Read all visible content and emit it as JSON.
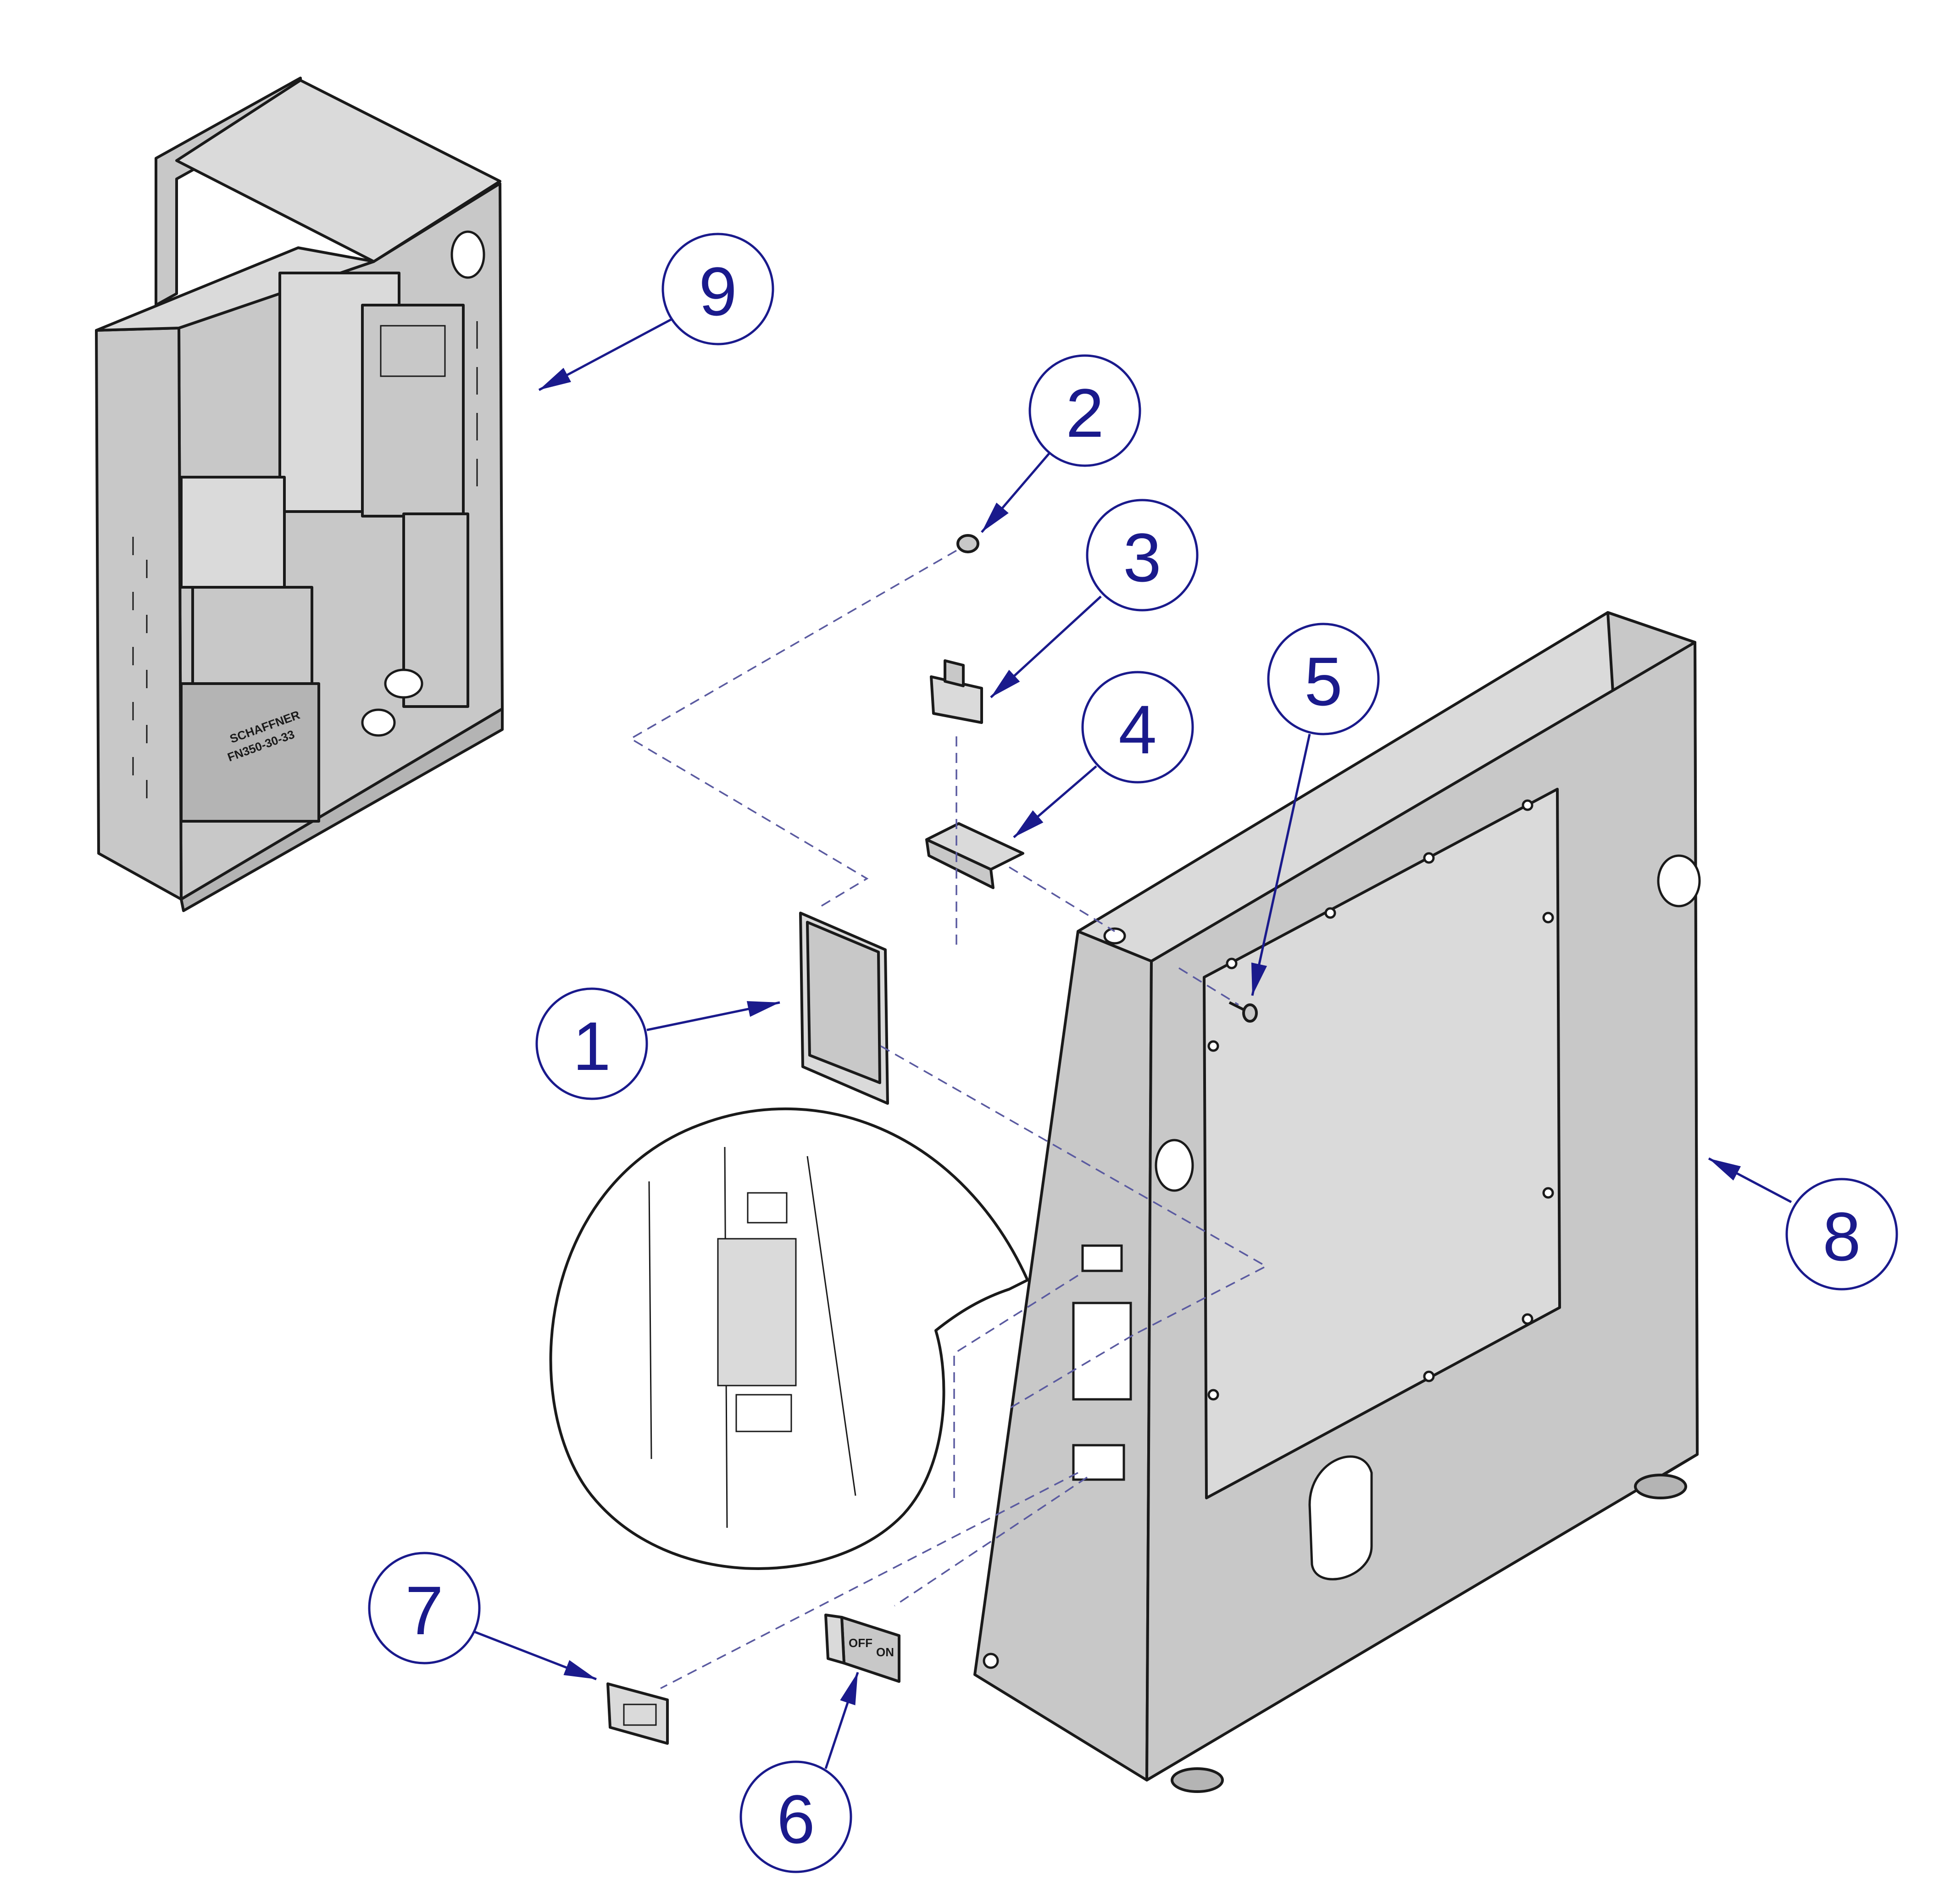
{
  "callouts": [
    {
      "id": "1",
      "label": "1"
    },
    {
      "id": "2",
      "label": "2"
    },
    {
      "id": "3",
      "label": "3"
    },
    {
      "id": "4",
      "label": "4"
    },
    {
      "id": "5",
      "label": "5"
    },
    {
      "id": "6",
      "label": "6"
    },
    {
      "id": "7",
      "label": "7"
    },
    {
      "id": "8",
      "label": "8"
    },
    {
      "id": "9",
      "label": "9"
    }
  ],
  "filter_label": {
    "line1": "SCHAFFNER",
    "line2": "FN350-30-33"
  },
  "switch_label": {
    "off": "OFF",
    "on": "ON"
  },
  "colors": {
    "callout": "#1a1a8c",
    "panel": "#c8c8c8",
    "line": "#1a1a1a"
  }
}
